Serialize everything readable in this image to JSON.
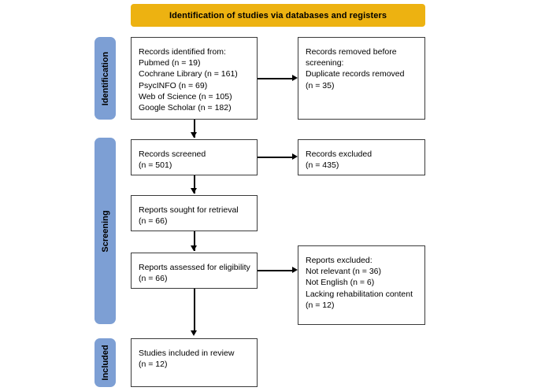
{
  "diagram": {
    "type": "prisma-flow-diagram",
    "banner": {
      "label": "Identification of studies via databases and registers",
      "color": "#edb211"
    },
    "stage_color": "#7d9fd4",
    "stages": [
      {
        "id": "identification",
        "label": "Identification"
      },
      {
        "id": "screening",
        "label": "Screening"
      },
      {
        "id": "included",
        "label": "Included"
      }
    ],
    "boxes": {
      "records_identified": {
        "text": "Records identified from:\n        Pubmed (n = 19)\n        Cochrane Library (n = 161)\n        PsycINFO (n = 69)\n        Web of Science (n = 105)\n        Google Scholar (n = 182)"
      },
      "records_removed": {
        "text": "Records removed before\nscreening:\nDuplicate records removed\n(n = 35)"
      },
      "records_screened": {
        "text": "Records screened\n(n = 501)"
      },
      "records_excluded": {
        "text": "Records excluded\n(n = 435)"
      },
      "reports_sought": {
        "text": "Reports sought for retrieval\n(n = 66)"
      },
      "reports_assessed": {
        "text": "Reports assessed for eligibility\n(n = 66)"
      },
      "reports_excluded": {
        "text": "Reports excluded:\nNot relevant (n = 36)\nNot English (n = 6)\nLacking rehabilitation content\n(n = 12)"
      },
      "studies_included": {
        "text": "Studies included in review\n(n = 12)"
      }
    },
    "counts": {
      "pubmed": 19,
      "cochrane_library": 161,
      "psycinfo": 69,
      "web_of_science": 105,
      "google_scholar": 182,
      "duplicates_removed": 35,
      "records_screened": 501,
      "records_excluded": 435,
      "reports_sought": 66,
      "reports_assessed": 66,
      "excluded_not_relevant": 36,
      "excluded_not_english": 6,
      "excluded_lacking_rehab": 12,
      "studies_included": 12
    }
  }
}
